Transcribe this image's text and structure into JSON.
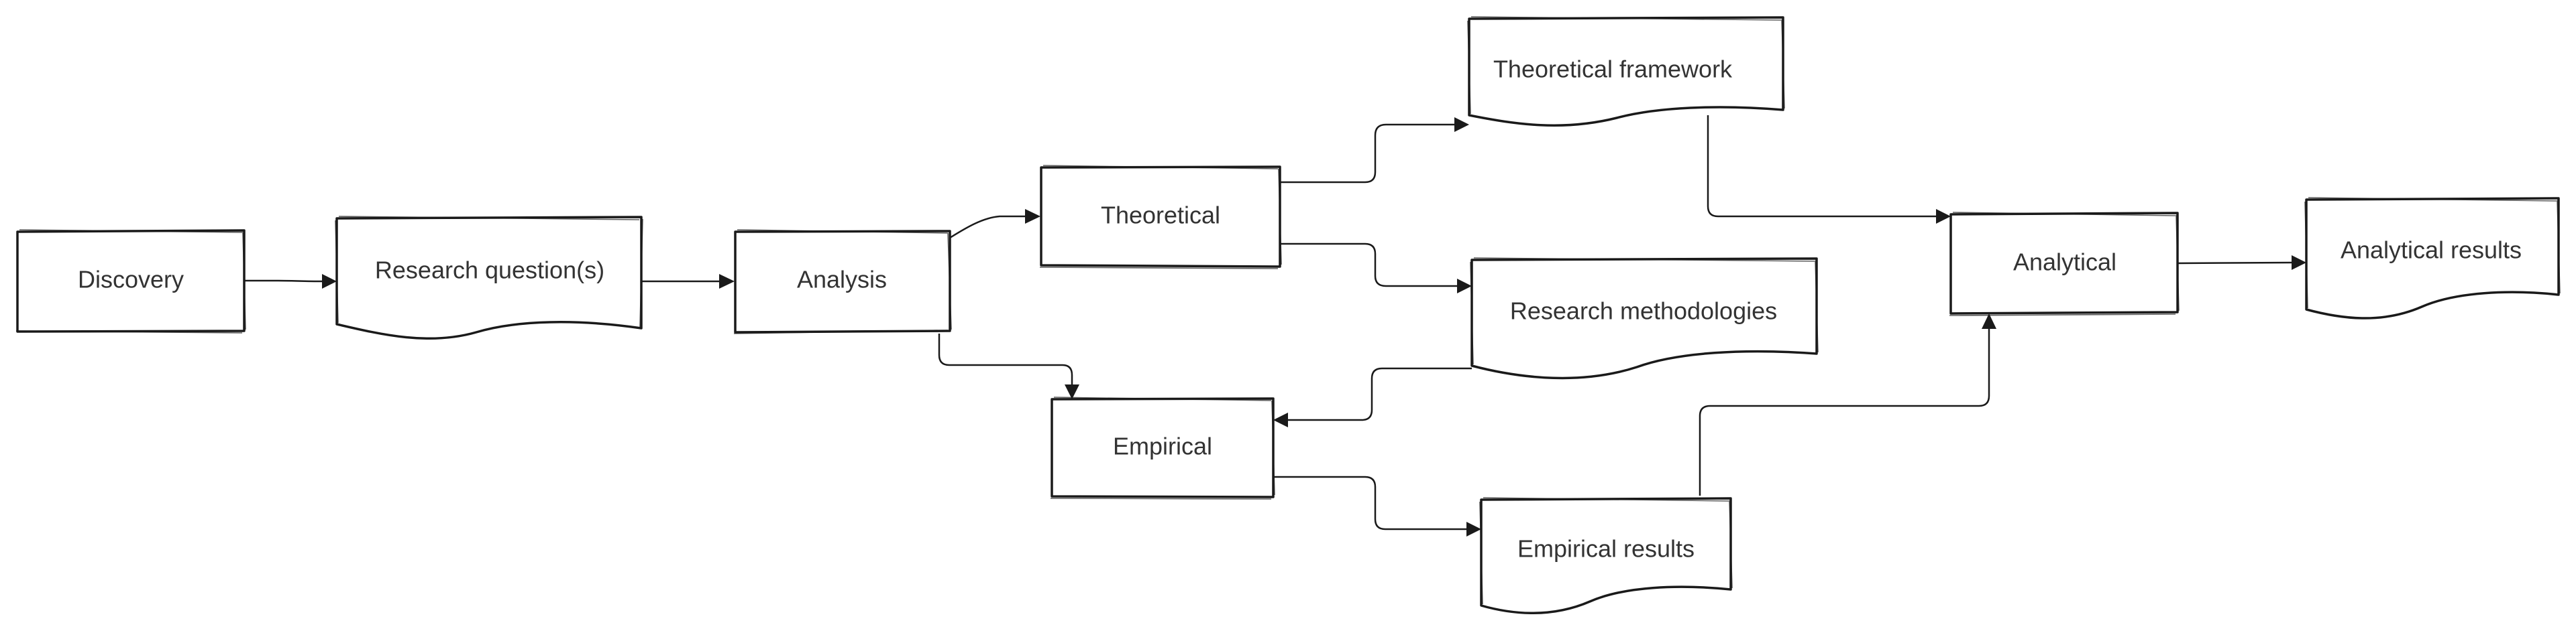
{
  "diagram": {
    "nodes": [
      {
        "id": "discovery",
        "label": "Discovery",
        "shape": "process"
      },
      {
        "id": "research-question",
        "label": "Research question(s)",
        "shape": "document"
      },
      {
        "id": "analysis",
        "label": "Analysis",
        "shape": "process"
      },
      {
        "id": "theoretical",
        "label": "Theoretical",
        "shape": "process"
      },
      {
        "id": "empirical",
        "label": "Empirical",
        "shape": "process"
      },
      {
        "id": "theoretical-framework",
        "label": "Theoretical framework",
        "shape": "document"
      },
      {
        "id": "research-methodologies",
        "label": "Research methodologies",
        "shape": "document"
      },
      {
        "id": "empirical-results",
        "label": "Empirical results",
        "shape": "document"
      },
      {
        "id": "analytical",
        "label": "Analytical",
        "shape": "process"
      },
      {
        "id": "analytical-results",
        "label": "Analytical results",
        "shape": "document"
      }
    ],
    "edges": [
      {
        "from": "discovery",
        "to": "research-question"
      },
      {
        "from": "research-question",
        "to": "analysis"
      },
      {
        "from": "analysis",
        "to": "theoretical"
      },
      {
        "from": "analysis",
        "to": "empirical"
      },
      {
        "from": "theoretical",
        "to": "theoretical-framework"
      },
      {
        "from": "theoretical",
        "to": "research-methodologies"
      },
      {
        "from": "research-methodologies",
        "to": "empirical"
      },
      {
        "from": "empirical",
        "to": "empirical-results"
      },
      {
        "from": "theoretical-framework",
        "to": "analytical"
      },
      {
        "from": "empirical-results",
        "to": "analytical"
      },
      {
        "from": "analytical",
        "to": "analytical-results"
      }
    ],
    "colors": {
      "stroke": "#1a1a1a",
      "text": "#333333",
      "background": "#ffffff"
    }
  }
}
